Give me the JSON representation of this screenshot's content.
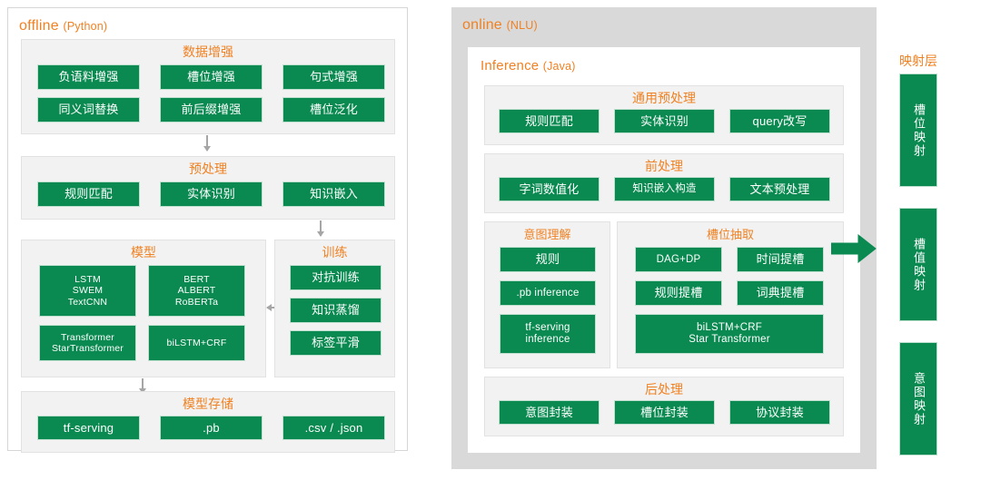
{
  "offline": {
    "title_main": "offline ",
    "title_sub": "(Python)",
    "groups": [
      {
        "name": "data-augmentation",
        "title": "数据增强",
        "chips": [
          "负语料增强",
          "槽位增强",
          "句式增强",
          "同义词替换",
          "前后缀增强",
          "槽位泛化"
        ]
      },
      {
        "name": "preprocessing",
        "title": "预处理",
        "chips": [
          "规则匹配",
          "实体识别",
          "知识嵌入"
        ]
      },
      {
        "name": "model",
        "title": "模型",
        "chips": [
          "LSTM\nSWEM\nTextCNN",
          "BERT\nALBERT\nRoBERTa",
          "Transformer\nStarTransformer",
          "biLSTM+CRF"
        ]
      },
      {
        "name": "training",
        "title": "训练",
        "chips": [
          "对抗训练",
          "知识蒸馏",
          "标签平滑"
        ]
      },
      {
        "name": "model-storage",
        "title": "模型存储",
        "chips": [
          "tf-serving",
          ".pb",
          ".csv / .json"
        ]
      }
    ]
  },
  "online": {
    "title_main": "online ",
    "title_sub": "(NLU)",
    "inference_title_main": "Inference ",
    "inference_title_sub": "(Java)",
    "groups": [
      {
        "name": "general-preprocessing",
        "title": "通用预处理",
        "chips": [
          "规则匹配",
          "实体识别",
          "query改写"
        ]
      },
      {
        "name": "pre-processing",
        "title": "前处理",
        "chips": [
          "字词数值化",
          "知识嵌入构造",
          "文本预处理"
        ]
      },
      {
        "name": "intent-understanding",
        "title": "意图理解",
        "chips": [
          "规则",
          ".pb inference",
          "tf-serving\ninference"
        ]
      },
      {
        "name": "slot-extraction",
        "title": "槽位抽取",
        "chips": [
          "DAG+DP",
          "时间提槽",
          "规则提槽",
          "词典提槽",
          "biLSTM+CRF\nStar Transformer"
        ]
      },
      {
        "name": "post-processing",
        "title": "后处理",
        "chips": [
          "意图封装",
          "槽位封装",
          "协议封装"
        ]
      }
    ]
  },
  "mapping": {
    "title": "映射层",
    "chips": [
      "槽位映射",
      "槽值映射",
      "意图映射"
    ]
  },
  "colors": {
    "accent_orange": "#f08122",
    "chip_green": "#0a8a51",
    "panel_gray": "#d9d9d9",
    "group_gray": "#f2f2f2",
    "connector_gray": "#a6a6a6"
  }
}
